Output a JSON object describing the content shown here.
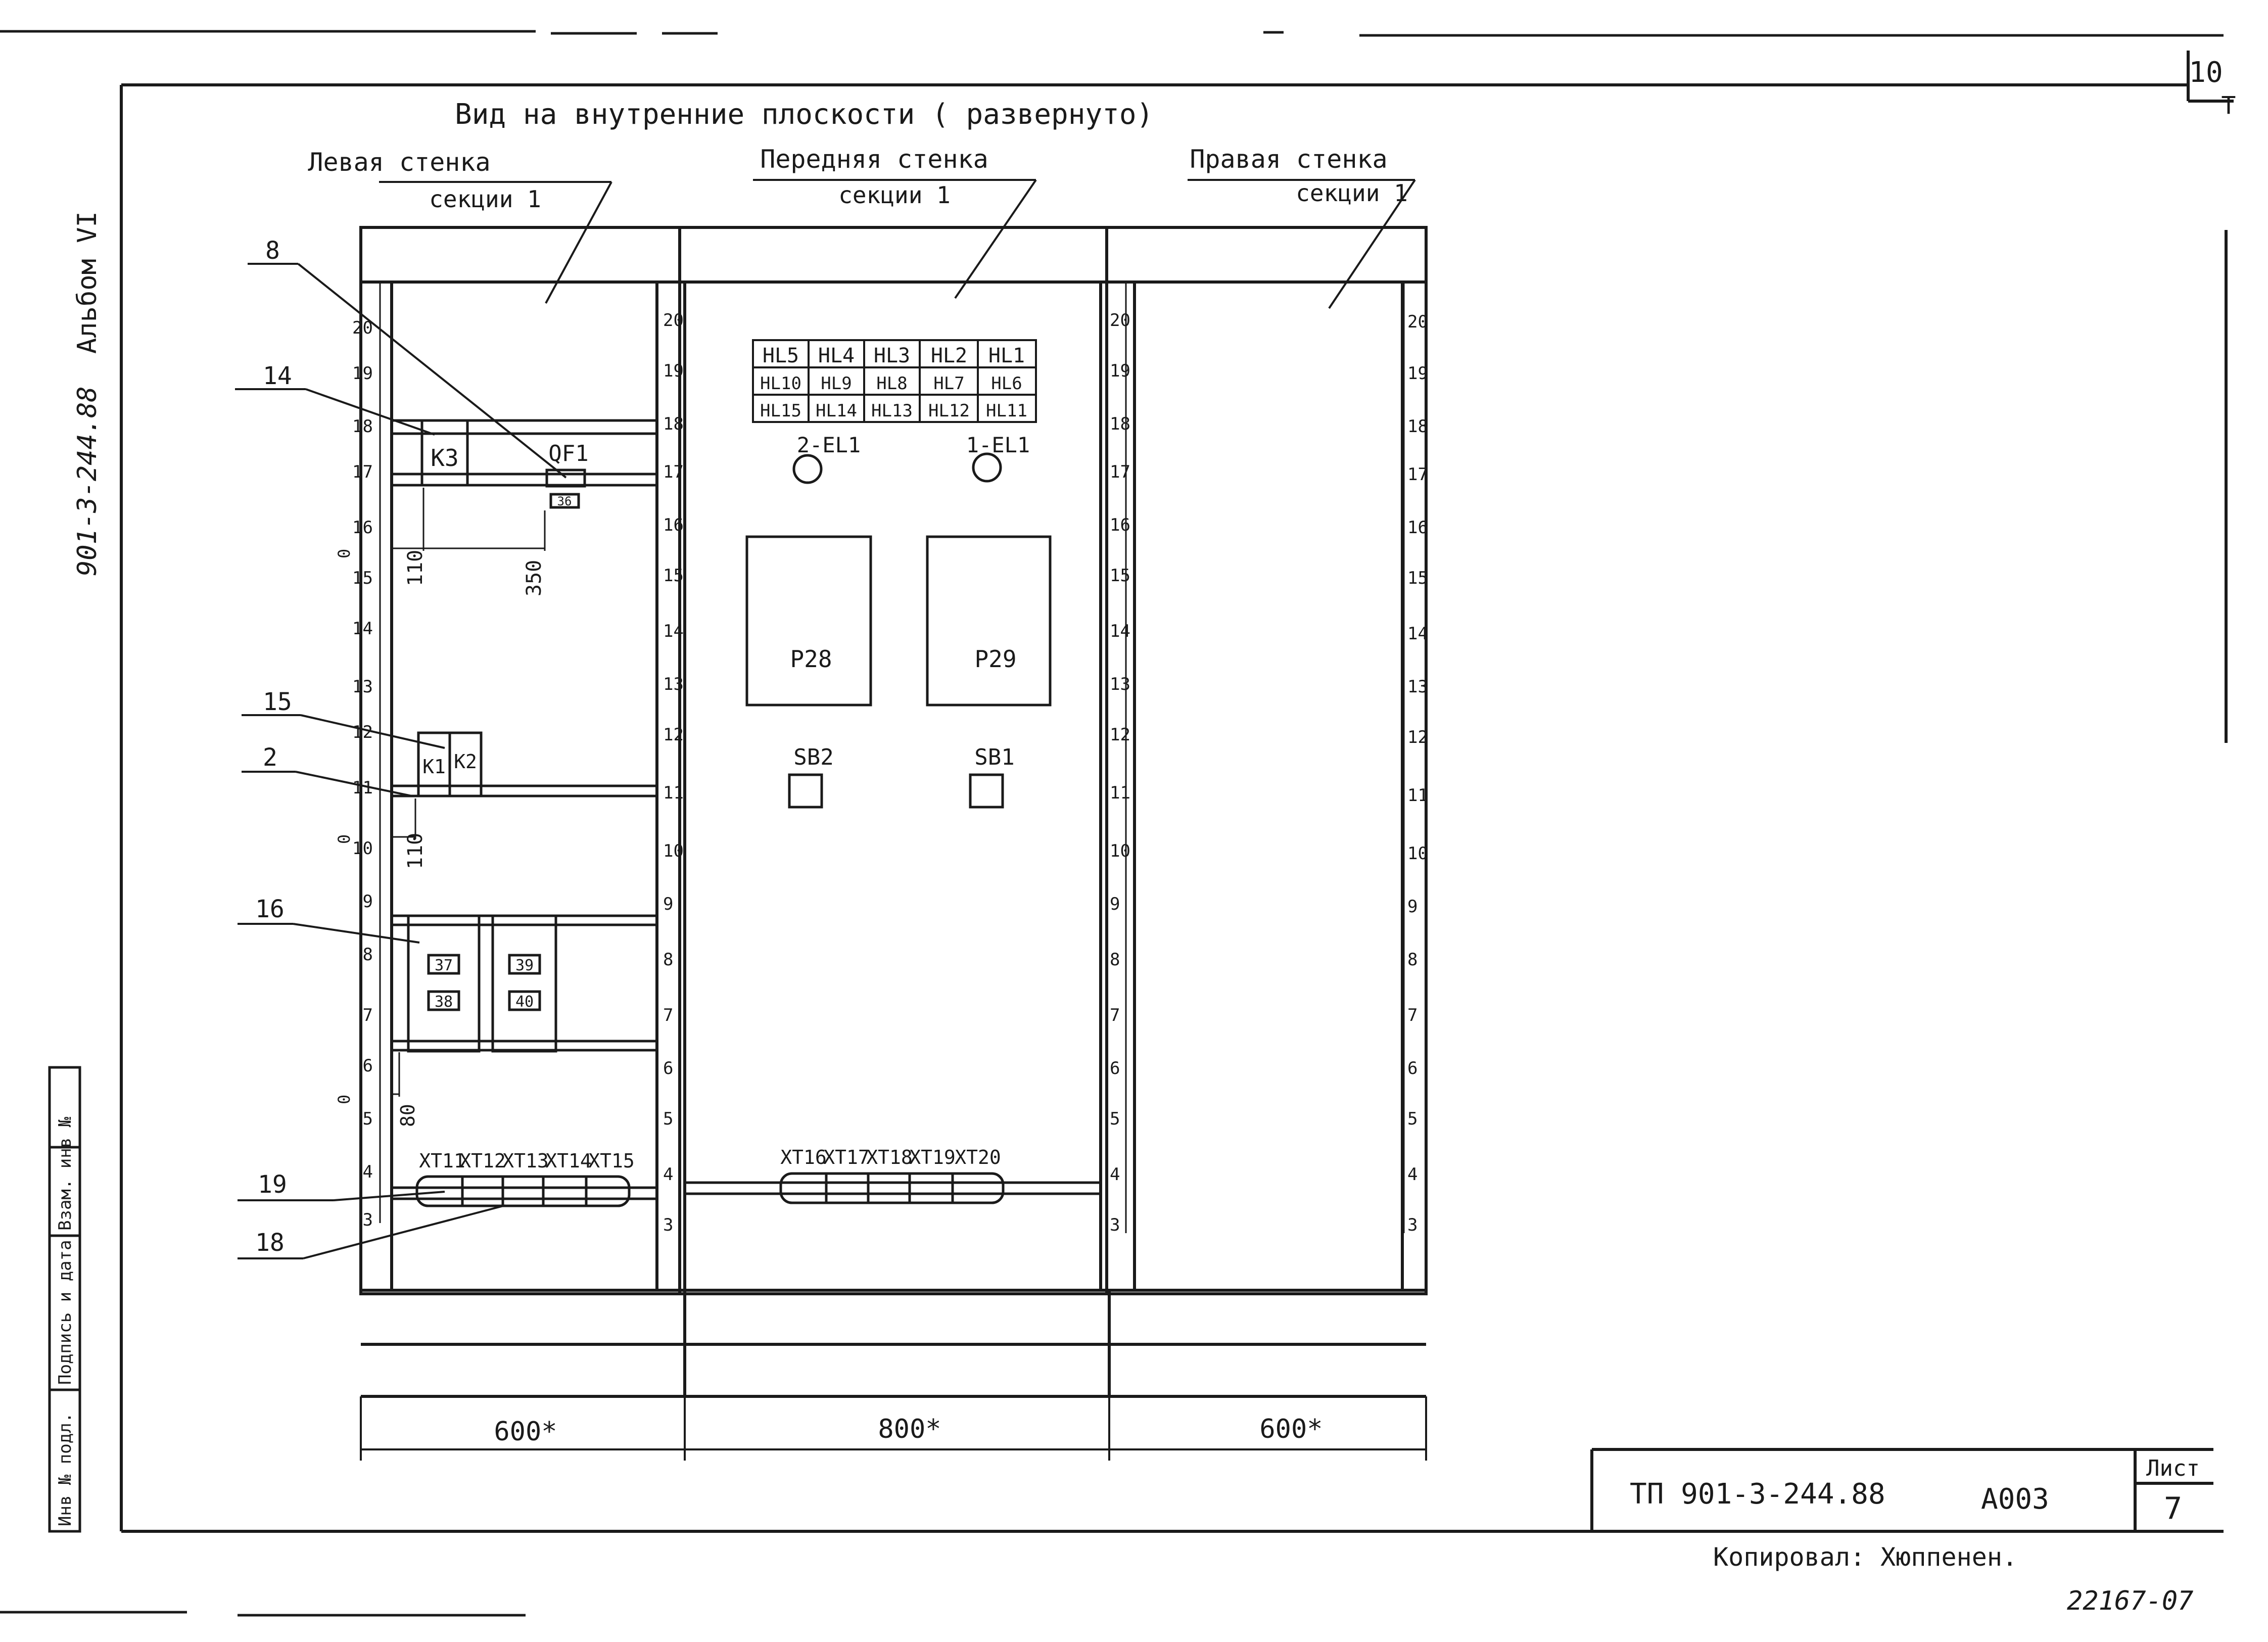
{
  "title": "Вид на внутренние плоскости ( развернуто)",
  "sheet_corner_number": "10",
  "sheet_corner_mark": "Т",
  "side_stamp": {
    "album": "Альбом VI",
    "code": "901-3-244.88",
    "cells": [
      "Инв № подл.",
      "Подпись и дата",
      "Взам. инв №"
    ]
  },
  "walls": [
    {
      "id": "left",
      "name": "Левая стенка",
      "section": "секции 1"
    },
    {
      "id": "front",
      "name": "Передняя стенка",
      "section": "секции 1"
    },
    {
      "id": "right",
      "name": "Правая стенка",
      "section": "секции 1"
    }
  ],
  "rulers": {
    "left_outer": [
      "20",
      "19",
      "18",
      "17",
      "16",
      "15",
      "14",
      "13",
      "12",
      "11",
      "10",
      "9",
      "8",
      "7",
      "6",
      "5",
      "4",
      "3"
    ],
    "left_inner": [
      "20",
      "19",
      "18",
      "17",
      "16",
      "15",
      "14",
      "13",
      "12",
      "11",
      "10",
      "9",
      "8",
      "7",
      "6",
      "5",
      "4",
      "3"
    ],
    "right_outer": [
      "20",
      "19",
      "18",
      "17",
      "16",
      "15",
      "14",
      "13",
      "12",
      "11",
      "10",
      "9",
      "8",
      "7",
      "6",
      "5",
      "4",
      "3"
    ],
    "right_inner": [
      "20",
      "19",
      "18",
      "17",
      "16",
      "15",
      "14",
      "13",
      "12",
      "11",
      "10",
      "9",
      "8",
      "7",
      "6",
      "5",
      "4",
      "3"
    ]
  },
  "callouts": [
    "8",
    "14",
    "15",
    "2",
    "16",
    "19",
    "18"
  ],
  "left_wall": {
    "k3": "К3",
    "qf1": "QF1",
    "qf1_tag": "36",
    "k1": "К1",
    "k2": "К2",
    "box_tags": [
      "37",
      "38",
      "39",
      "40"
    ],
    "dims": [
      "110",
      "350",
      "110",
      "80"
    ],
    "zero_marks": [
      "0",
      "0",
      "0"
    ],
    "terminals": [
      "ХТ11",
      "ХТ12",
      "ХТ13",
      "ХТ14",
      "ХТ15"
    ]
  },
  "front_wall": {
    "lamp_grid": [
      [
        "HL5",
        "HL4",
        "HL3",
        "HL2",
        "HL1"
      ],
      [
        "HL10",
        "HL9",
        "HL8",
        "HL7",
        "HL6"
      ],
      [
        "HL15",
        "HL14",
        "HL13",
        "HL12",
        "HL11"
      ]
    ],
    "lights": [
      "2-EL1",
      "1-EL1"
    ],
    "panels": [
      "P28",
      "P29"
    ],
    "buttons": [
      "SB2",
      "SB1"
    ],
    "terminals": [
      "ХТ16",
      "ХТ17",
      "ХТ18",
      "ХТ19",
      "ХТ20"
    ]
  },
  "widths": [
    "600*",
    "800*",
    "600*"
  ],
  "title_block": {
    "code": "ТП 901-3-244.88",
    "drawing": "А003",
    "sheet_label": "Лист",
    "sheet_number": "7"
  },
  "copied_by": "Копировал: Хюппенен.",
  "order_number": "22167-07"
}
